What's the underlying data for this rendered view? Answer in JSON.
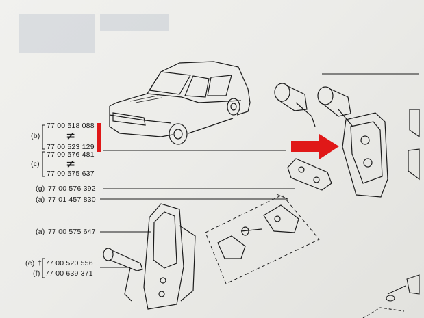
{
  "parts": {
    "b1": {
      "ref": "(b)",
      "number": "77 00 518 088"
    },
    "b2": {
      "number": "77 00 523 129"
    },
    "c1": {
      "ref": "(c)",
      "number": "77 00 576 481"
    },
    "c2": {
      "number": "77 00 575 637"
    },
    "g": {
      "ref": "(g)",
      "number": "77 00 576 392"
    },
    "a1": {
      "ref": "(a)",
      "number": "77 01 457 830"
    },
    "a2": {
      "ref": "(a)",
      "number": "77 00 575 647"
    },
    "e": {
      "ref": "(e)",
      "mark": "†",
      "number": "77 00 520 556"
    },
    "f": {
      "ref": "(f)",
      "number": "77 00 639 371"
    }
  },
  "symbols": {
    "not_equal": "≠"
  },
  "colors": {
    "highlight_red": "#e01818",
    "ink": "#1b1b1b",
    "paper": "#efefec"
  },
  "icons": [
    "car-illustration-icon",
    "red-arrow-icon",
    "door-lock-part-icon"
  ]
}
